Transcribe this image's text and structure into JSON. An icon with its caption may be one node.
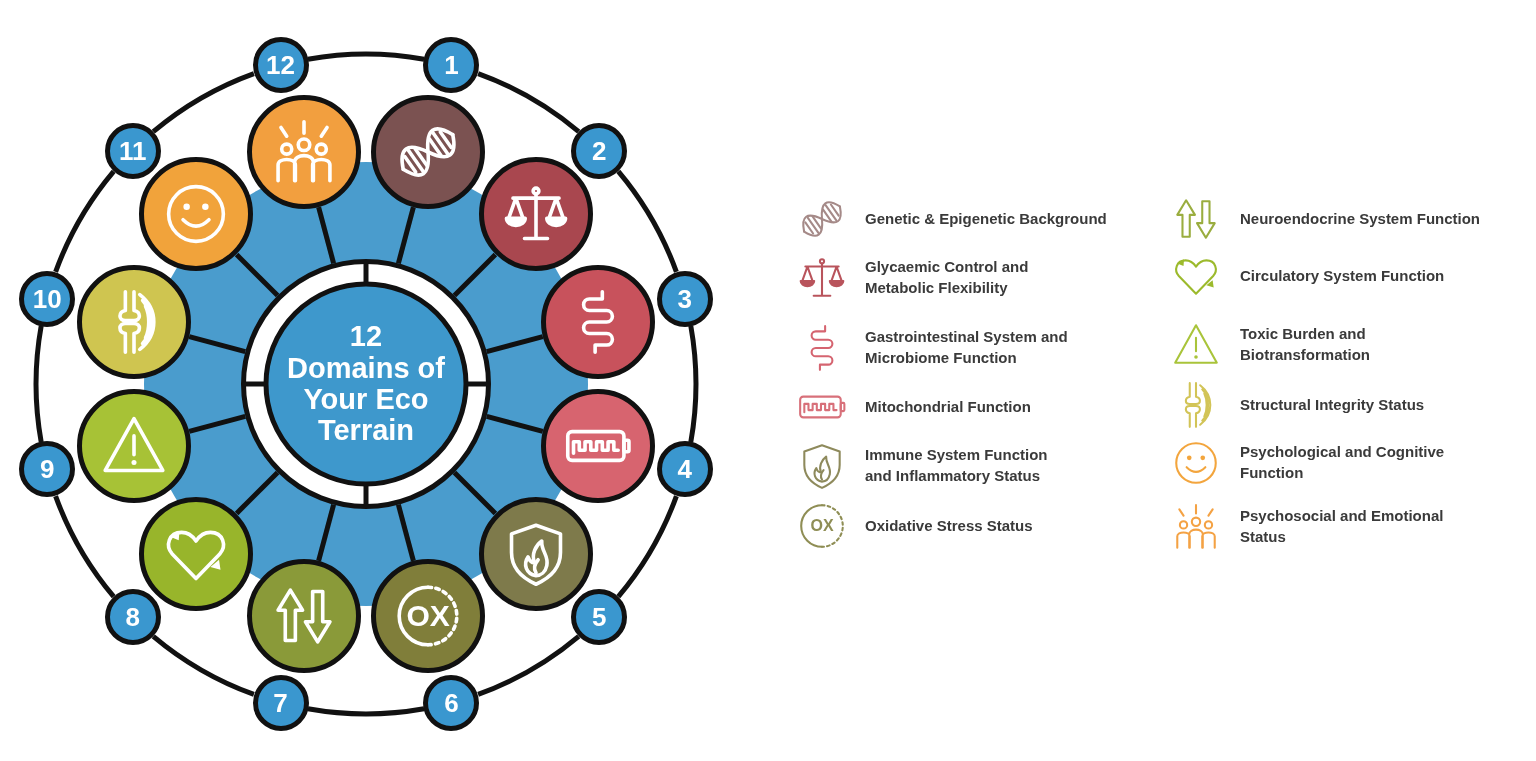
{
  "diagram": {
    "nodes": [
      {
        "text": [
          "12 Domains of Your Eco Terrain"
        ]
      },
      {
        "text": [],
        "shape": "circle"
      },
      {
        "text": [],
        "shape": "circle"
      },
      {
        "text": [],
        "shape": "circle"
      },
      {
        "text": [],
        "shape": "circle"
      },
      {
        "text": [],
        "shape": "circle"
      },
      {
        "text": [
          "OX"
        ]
      },
      {
        "text": [],
        "shape": "circle"
      },
      {
        "text": [],
        "shape": "circle"
      },
      {
        "text": [],
        "shape": "circle"
      },
      {
        "text": [],
        "shape": "circle"
      },
      {
        "text": [],
        "shape": "circle"
      },
      {
        "text": [],
        "shape": "circle"
      },
      {
        "text": [
          "1"
        ]
      },
      {
        "text": [
          "2"
        ]
      },
      {
        "text": [
          "3"
        ]
      },
      {
        "text": [
          "4"
        ]
      },
      {
        "text": [
          "5"
        ]
      },
      {
        "text": [
          "6"
        ]
      },
      {
        "text": [
          "7"
        ]
      },
      {
        "text": [
          "8"
        ]
      },
      {
        "text": [
          "9"
        ]
      },
      {
        "text": [
          "10"
        ]
      },
      {
        "text": [
          "11"
        ]
      },
      {
        "text": [
          "12"
        ]
      }
    ],
    "edges": [
      {
        "from": 0,
        "to": 1,
        "arrow": "none"
      },
      {
        "from": 0,
        "to": 2,
        "arrow": "none"
      },
      {
        "from": 0,
        "to": 3,
        "arrow": "none"
      },
      {
        "from": 0,
        "to": 4,
        "arrow": "none"
      },
      {
        "from": 0,
        "to": 5,
        "arrow": "none"
      },
      {
        "from": 0,
        "to": 6,
        "arrow": "none"
      },
      {
        "from": 0,
        "to": 7,
        "arrow": "none"
      },
      {
        "from": 0,
        "to": 8,
        "arrow": "none"
      },
      {
        "from": 0,
        "to": 9,
        "arrow": "none"
      },
      {
        "from": 0,
        "to": 10,
        "arrow": "none"
      },
      {
        "from": 0,
        "to": 11,
        "arrow": "none"
      },
      {
        "from": 0,
        "to": 12,
        "arrow": "none"
      },
      {
        "from": 13,
        "to": 14,
        "arrow": "none"
      },
      {
        "from": 14,
        "to": 15,
        "arrow": "none"
      },
      {
        "from": 15,
        "to": 16,
        "arrow": "none"
      },
      {
        "from": 16,
        "to": 17,
        "arrow": "none"
      },
      {
        "from": 17,
        "to": 18,
        "arrow": "none"
      },
      {
        "from": 18,
        "to": 19,
        "arrow": "none"
      },
      {
        "from": 19,
        "to": 20,
        "arrow": "none"
      },
      {
        "from": 20,
        "to": 21,
        "arrow": "none"
      },
      {
        "from": 21,
        "to": 22,
        "arrow": "none"
      },
      {
        "from": 22,
        "to": 23,
        "arrow": "none"
      },
      {
        "from": 23,
        "to": 24,
        "arrow": "none"
      },
      {
        "from": 24,
        "to": 13,
        "arrow": "none"
      }
    ],
    "labels": [
      "OX"
    ],
    "legend": [
      {
        "text": "Genetic & Epigenetic Background"
      },
      {
        "text": "Glycaemic Control and Metabolic Flexibility"
      },
      {
        "text": "Gastrointestinal System and Microbiome Function"
      },
      {
        "text": "Mitochondrial Function"
      },
      {
        "text": "Immune System Function and Inflammatory Status"
      },
      {
        "text": "Oxidative Stress Status"
      },
      {
        "text": "Neuroendocrine System Function"
      },
      {
        "text": "Circulatory System Function"
      },
      {
        "text": "Toxic Burden and Biotransformation"
      },
      {
        "text": "Structural Integrity Status"
      },
      {
        "text": "Psychological and Cognitive Function"
      },
      {
        "text": "Psychosocial and Emotional Status"
      }
    ]
  }
}
